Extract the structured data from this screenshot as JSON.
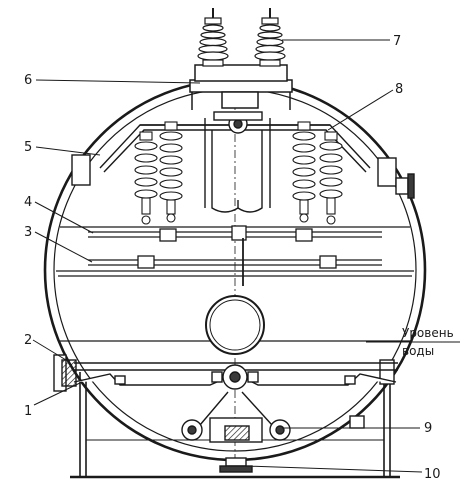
{
  "callouts": [
    "1",
    "2",
    "3",
    "4",
    "5",
    "6",
    "7",
    "8",
    "9",
    "10"
  ],
  "water_level_label": [
    "Уровень",
    "воды"
  ],
  "colors": {
    "ink": "#1a1a1a",
    "background": "#ffffff",
    "fill_dark": "#3a3a3a"
  }
}
